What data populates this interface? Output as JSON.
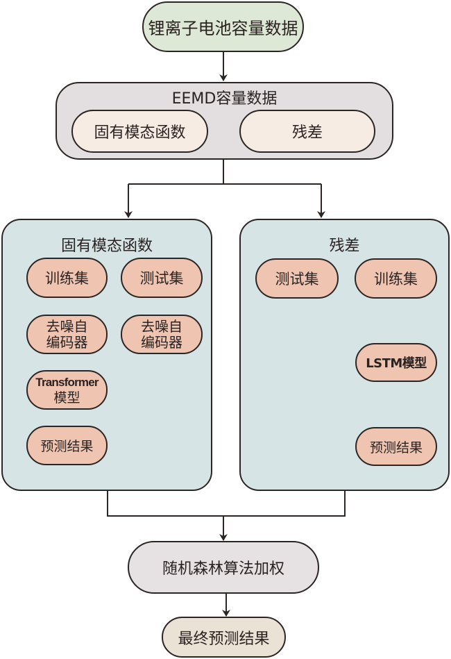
{
  "title_node": {
    "label": "锂离子电池容量数据"
  },
  "eemd": {
    "title": "EEMD容量数据",
    "imf_label": "固有模态函数",
    "residual_label": "残差"
  },
  "left_panel": {
    "title": "固有模态函数",
    "train_set": "训练集",
    "test_set": "测试集",
    "dae_train": "去噪自\n编码器",
    "dae_train_line1": "去噪自",
    "dae_train_line2": "编码器",
    "dae_test_line1": "去噪自",
    "dae_test_line2": "编码器",
    "transformer_line1": "Transformer",
    "transformer_line2": "模型",
    "prediction": "预测结果"
  },
  "right_panel": {
    "title": "残差",
    "test_set": "测试集",
    "train_set": "训练集",
    "lstm": "LSTM模型",
    "prediction": "预测结果"
  },
  "rf_node": {
    "label": "随机森林算法加权"
  },
  "final_node": {
    "label": "最终预测结果"
  },
  "colors": {
    "green_node": "#dde9d6",
    "eemd_box": "#e3dfe0",
    "cream_node": "#f6ece3",
    "panel_bg": "#d6e4e6",
    "salmon_node": "#efc5b2",
    "rf_node": "#e6e2e3",
    "final_node": "#ebe2d6",
    "stroke": "#2b2523"
  }
}
